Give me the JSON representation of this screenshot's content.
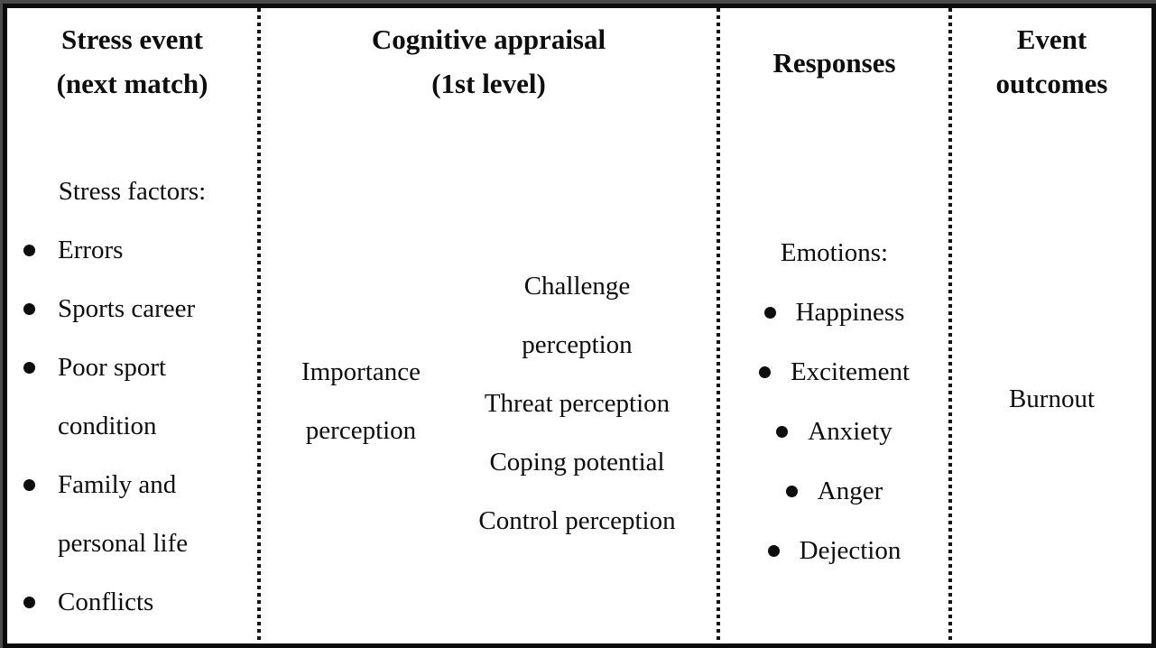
{
  "table": {
    "background_color": "#ffffff",
    "text_color": "#0d0d0d",
    "frame_border_color": "#0c0c0c",
    "outer_edge_color": "#4b4b4b",
    "divider_style": "dotted-black",
    "columns": [
      {
        "id": "stress-event",
        "header": [
          "Stress event",
          "(next match)"
        ],
        "intro": "Stress factors:",
        "bullets": [
          "Errors",
          "Sports career",
          "Poor sport condition",
          "Family and personal life",
          "Conflicts"
        ]
      },
      {
        "id": "cognitive-appraisal",
        "header": [
          "Cognitive appraisal",
          "(1st level)"
        ],
        "left_lines": [
          "Importance",
          "perception"
        ],
        "right_lines": [
          "Challenge",
          "perception",
          "Threat perception",
          "Coping potential",
          "Control perception"
        ]
      },
      {
        "id": "responses",
        "header": [
          "Responses"
        ],
        "intro": "Emotions:",
        "bullets": [
          "Happiness",
          "Excitement",
          "Anxiety",
          "Anger",
          "Dejection"
        ]
      },
      {
        "id": "event-outcomes",
        "header": [
          "Event",
          "outcomes"
        ],
        "content": "Burnout"
      }
    ]
  }
}
